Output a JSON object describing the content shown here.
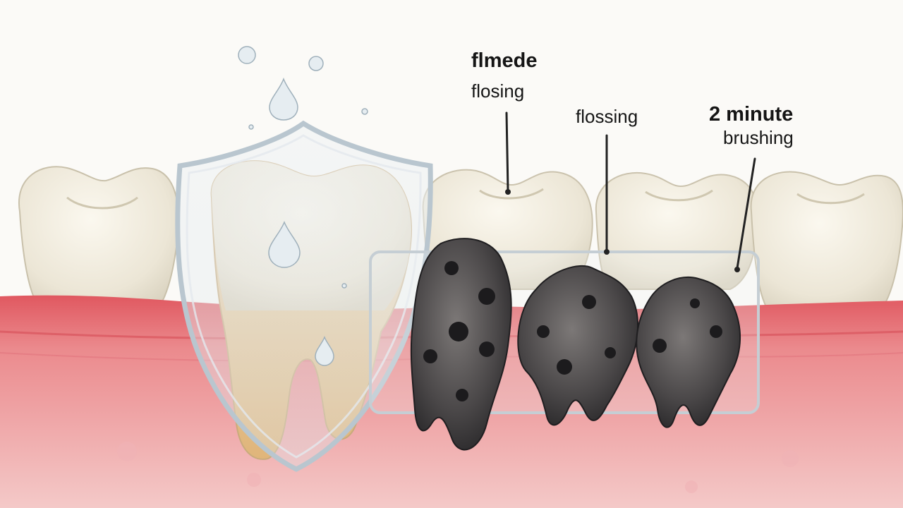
{
  "illustration": {
    "subject": "teeth-with-protective-shield-and-decayed-molars",
    "colors": {
      "gum": "#e8767a",
      "gum_dark": "#d94a52",
      "enamel": "#f1ecdf",
      "root": "#e3bf86",
      "decay": "#3b3a3c",
      "shield_edge": "#b9c6cf",
      "background": "#fbfaf7"
    }
  },
  "labels": {
    "top_left_bold": "flmede",
    "top_left_sub": "flosing",
    "middle": "flossing",
    "right_bold": "2 minute",
    "right_sub": "brushing"
  }
}
